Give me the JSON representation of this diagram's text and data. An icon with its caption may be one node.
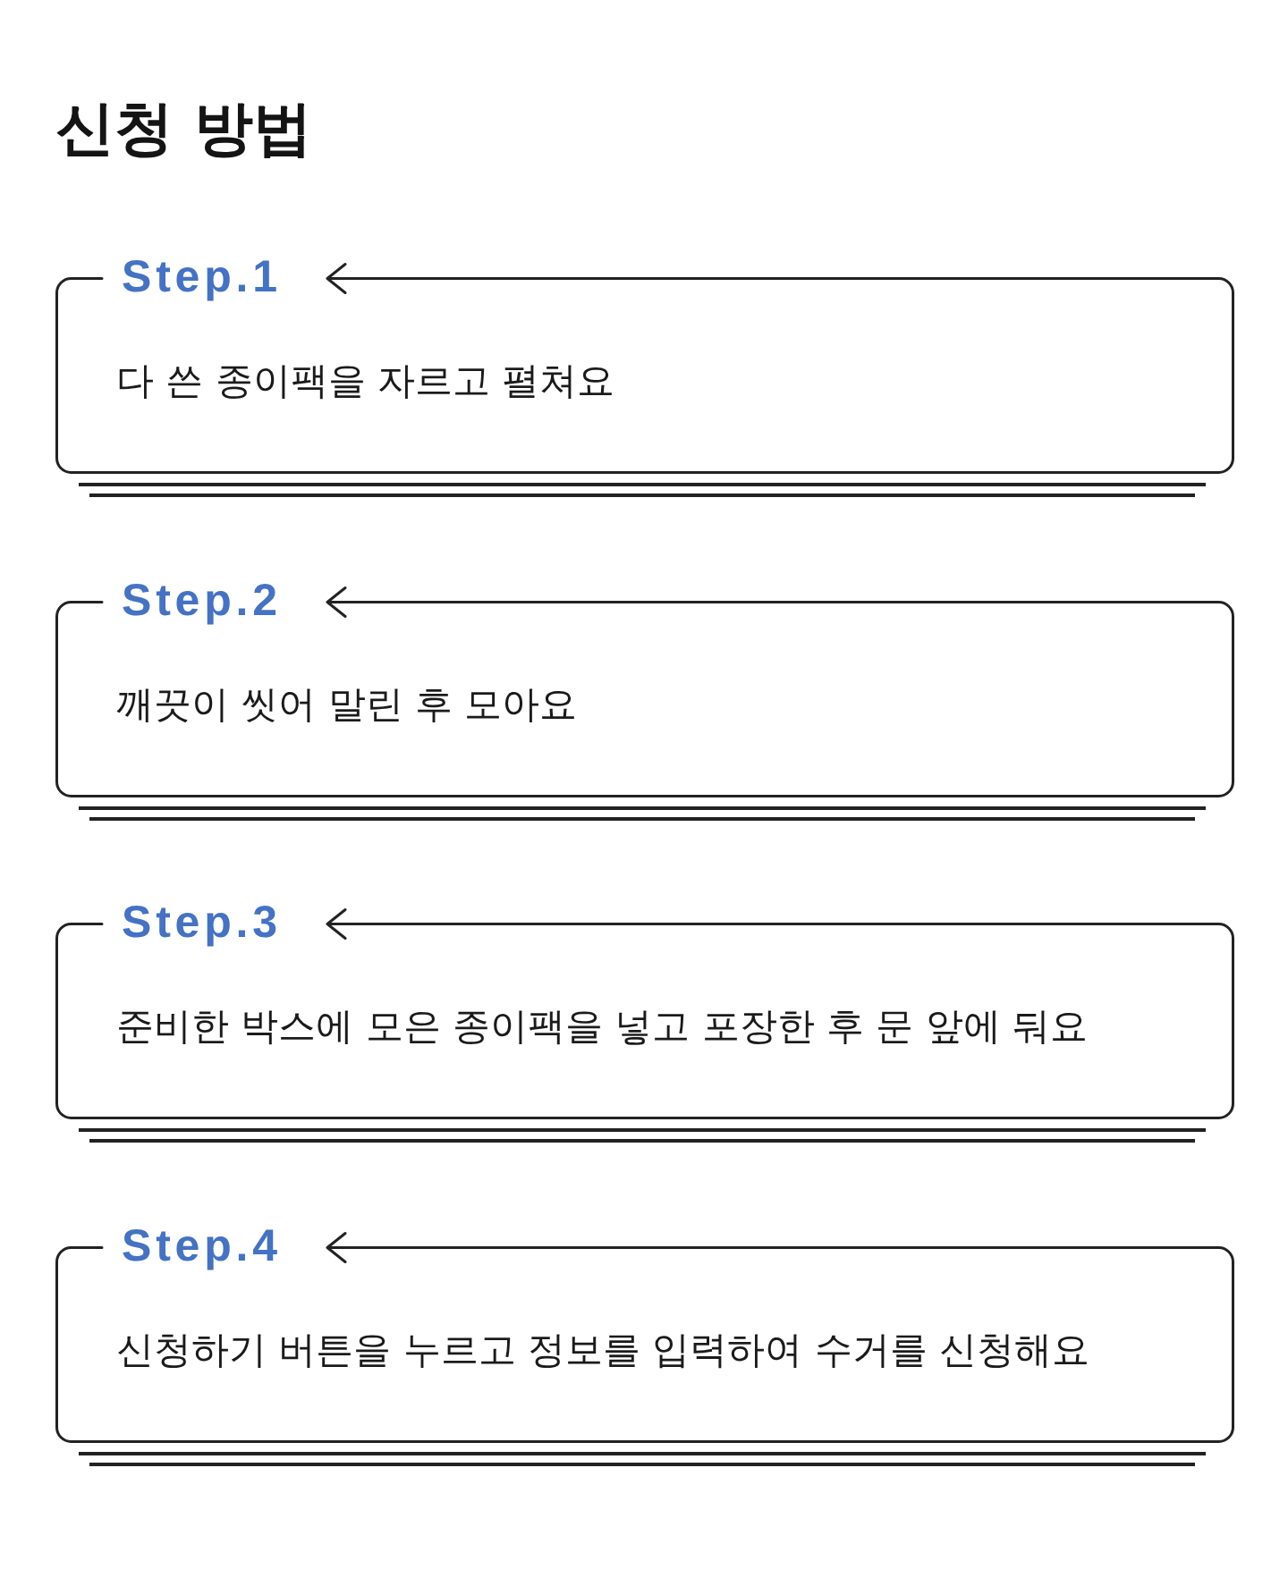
{
  "diagram": {
    "title": "신청 방법",
    "nodes": [
      {
        "text": [
          "Step.1",
          "다 쓴 종이팩을 자르고 펼쳐요"
        ]
      },
      {
        "text": [
          "Step.2",
          "깨끗이 씻어 말린 후 모아요"
        ]
      },
      {
        "text": [
          "Step.3",
          "준비한 박스에 모은 종이팩을 넣고 포장한 후 문 앞에 둬요"
        ]
      },
      {
        "text": [
          "Step.4",
          "신청하기 버튼을 누르고 정보를 입력하여 수거를 신청해요"
        ]
      }
    ]
  }
}
